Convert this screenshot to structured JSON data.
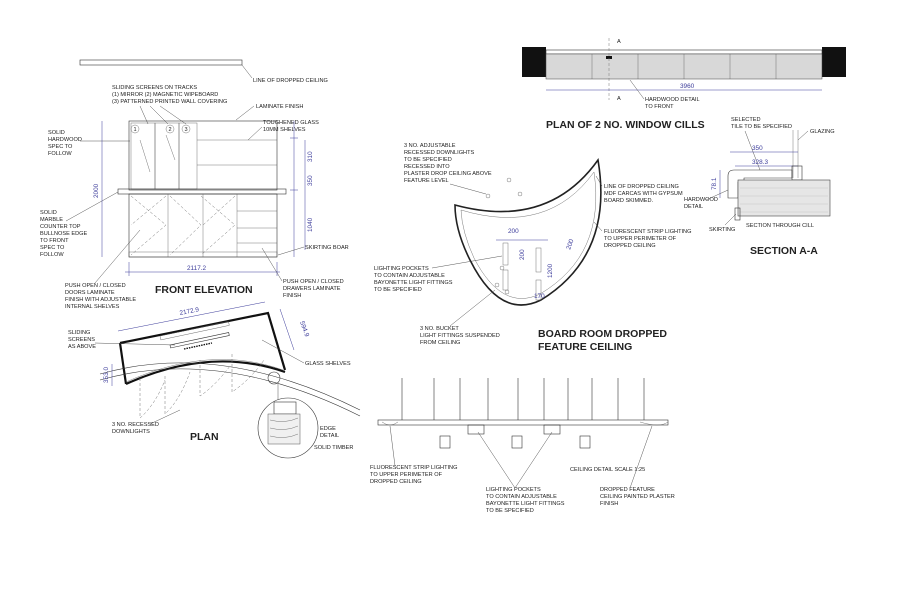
{
  "front_elevation": {
    "title": "FRONT ELEVATION",
    "notes": {
      "dropped_ceiling": "LINE OF DROPPED CEILING",
      "sliding_screens_1": "SLIDING SCREENS ON TRACKS",
      "sliding_screens_2": "(1) MIRROR (2) MAGNETIC WIPEBOARD",
      "sliding_screens_3": "(3) PATTERNED PRINTED WALL COVERING",
      "laminate": "LAMINATE FINISH",
      "glass_1": "TOUGHENED GLASS",
      "glass_2": "10MM SHELVES",
      "hardwood_1": "SOLID",
      "hardwood_2": "HARDWOOD",
      "hardwood_3": "SPEC TO",
      "hardwood_4": "FOLLOW",
      "marble_1": "SOLID",
      "marble_2": "MARBLE",
      "marble_3": "COUNTER TOP",
      "marble_4": "BULLNOSE EDGE",
      "marble_5": "TO FRONT",
      "marble_6": "SPEC TO",
      "marble_7": "FOLLOW",
      "skirting": "SKIRTING BOAR",
      "doors_1": "PUSH OPEN / CLOSED",
      "doors_2": "DOORS LAMINATE",
      "doors_3": "FINISH WITH ADJUSTABLE",
      "doors_4": "INTERNAL SHELVES",
      "drawers_1": "PUSH OPEN / CLOSED",
      "drawers_2": "DRAWERS LAMINATE",
      "drawers_3": "FINISH"
    },
    "screen_numbers": [
      "1",
      "2",
      "3"
    ],
    "dims": {
      "width": "2117.2",
      "height": "2000",
      "upper": "310",
      "mid": "350",
      "lower": "1040"
    }
  },
  "plan": {
    "title": "PLAN",
    "notes": {
      "sliding_1": "SLIDING",
      "sliding_2": "SCREENS",
      "sliding_3": "AS ABOVE",
      "glass": "GLASS SHELVES",
      "downlights_1": "3 NO. RECESSED",
      "downlights_2": "DOWNLIGHTS",
      "edge_1": "EDGE",
      "edge_2": "DETAIL",
      "timber": "SOLID TIMBER"
    },
    "dims": {
      "length": "2172.9",
      "depth": "594.9",
      "side": "353.0"
    }
  },
  "window_plan": {
    "title": "PLAN OF 2 NO. WINDOW CILLS",
    "section_marker": "A",
    "dim": "3960",
    "notes": {
      "hardwood_1": "HARDWOOD DETAIL",
      "hardwood_2": "TO FRONT"
    }
  },
  "section": {
    "title": "SECTION A-A",
    "notes": {
      "tile_1": "SELECTED",
      "tile_2": "TILE TO BE SPECIFIED",
      "glazing": "GLAZING",
      "hardwood_1": "HARDWOOD",
      "hardwood_2": "DETAIL",
      "skirting": "SKIRTING",
      "through": "SECTION THROUGH CILL"
    },
    "dims": {
      "top": "350",
      "inner": "328.3",
      "height": "78.1"
    }
  },
  "boardroom": {
    "title_1": "BOARD ROOM DROPPED",
    "title_2": "FEATURE CEILING",
    "notes": {
      "adj_1": "3 NO. ADJUSTABLE",
      "adj_2": "RECESSED DOWNLIGHTS",
      "adj_3": "TO BE SPECIFIED",
      "adj_4": "RECESSED INTO",
      "adj_5": "PLASTER DROP CEILING ABOVE",
      "adj_6": "FEATURE LEVEL",
      "line_1": "LINE OF DROPPED CEILING",
      "line_2": "MDF CARCAS WITH GYPSUM",
      "line_3": "BOARD SKIMMED.",
      "fluor_1": "FLUORESCENT STRIP LIGHTING",
      "fluor_2": "TO UPPER PERIMETER OF",
      "fluor_3": "DROPPED CEILING",
      "pockets_1": "LIGHTING POCKETS",
      "pockets_2": "TO CONTAIN ADJUSTABLE",
      "pockets_3": "BAYONETTE LIGHT FITTINGS",
      "pockets_4": "TO BE SPECIFIED",
      "bucket_1": "3 NO. BUCKET",
      "bucket_2": "LIGHT FITTINGS SUSPENDED",
      "bucket_3": "FROM CEILING"
    },
    "dims": {
      "a": "200",
      "b": "200",
      "c": "200",
      "d": "1200",
      "e": "170"
    }
  },
  "ceiling_detail": {
    "notes": {
      "fluor_1": "FLUORESCENT STRIP LIGHTING",
      "fluor_2": "TO UPPER PERIMETER OF",
      "fluor_3": "DROPPED CEILING",
      "pockets_1": "LIGHTING POCKETS",
      "pockets_2": "TO CONTAIN ADJUSTABLE",
      "pockets_3": "BAYONETTE LIGHT FITTINGS",
      "pockets_4": "TO BE SPECIFIED",
      "scale": "CEILING DETAIL SCALE 1:25",
      "dropped_1": "DROPPED FEATURE",
      "dropped_2": "CEILING PAINTED PLASTER",
      "dropped_3": "FINISH"
    }
  }
}
